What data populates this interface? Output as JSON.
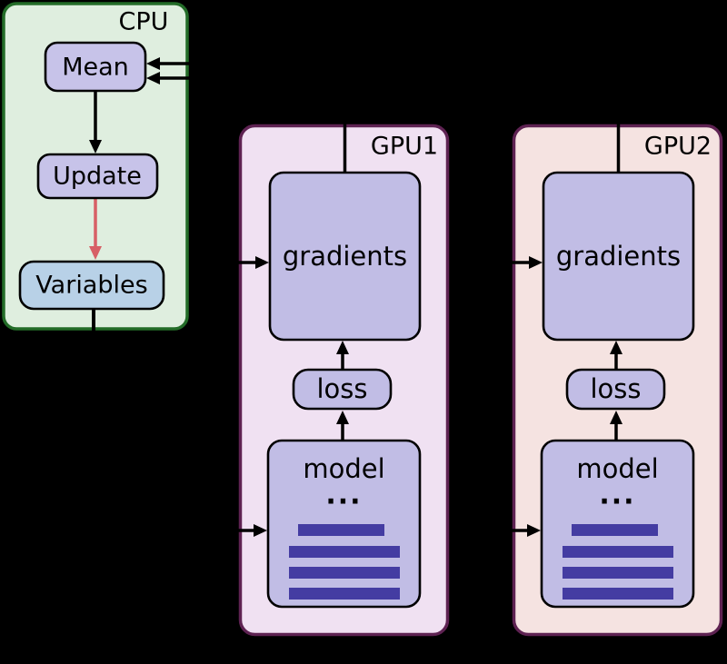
{
  "colors": {
    "background": "#000000",
    "line": "#000000",
    "cpu-fill": "#dfeedf",
    "cpu-border": "#236c28",
    "node-fill": "#c7c3e9",
    "variables-fill": "#b8d1e7",
    "gpu1-fill": "#f0e1f2",
    "gpu2-fill": "#f5e3e1",
    "gpu-border": "#5e2252",
    "inner-fill": "#c1bde5",
    "bar-color": "#443ca2",
    "red-arrow": "#d75f66"
  },
  "cpu": {
    "label": "CPU",
    "nodes": {
      "mean": "Mean",
      "update": "Update",
      "variables": "Variables"
    }
  },
  "gpu1": {
    "label": "GPU1",
    "gradients": "gradients",
    "loss": "loss",
    "model": "model",
    "ellipsis": "..."
  },
  "gpu2": {
    "label": "GPU2",
    "gradients": "gradients",
    "loss": "loss",
    "model": "model",
    "ellipsis": "..."
  }
}
